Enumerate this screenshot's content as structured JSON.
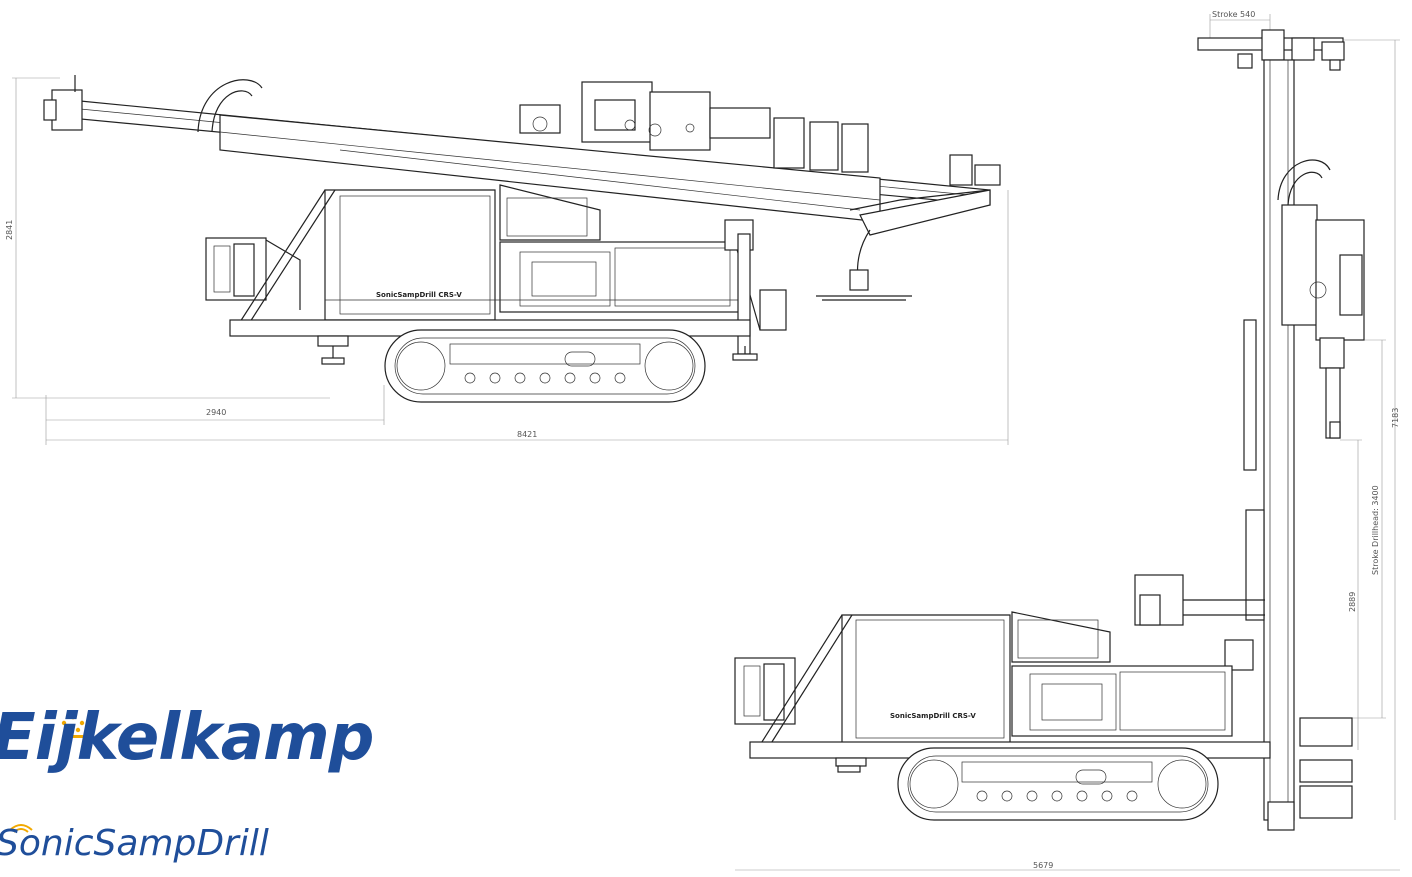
{
  "left_view": {
    "machine_label": "SonicSampDrill CRS-V",
    "dim_height": "2841",
    "dim_rear": "2940",
    "dim_length": "8421"
  },
  "right_view": {
    "machine_label": "SonicSampDrill CRS-V",
    "dim_stroke_top": "Stroke 540",
    "dim_stroke_drillhead": "Stroke Drillhead: 3400",
    "dim_height": "7183",
    "dim_lower": "2889",
    "dim_length": "5679"
  },
  "logo": {
    "brand": "Eijkelkamp",
    "product": "SonicSampDrill",
    "color": "#1f4e9a",
    "accent": "#f2a900"
  }
}
